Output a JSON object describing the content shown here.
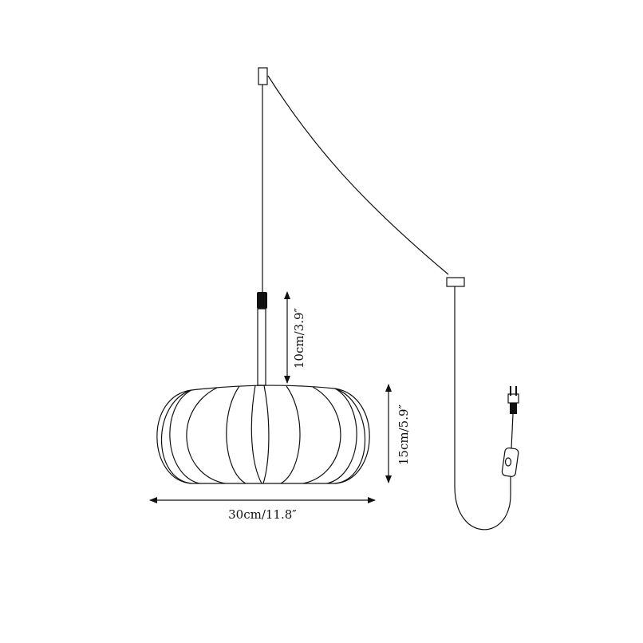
{
  "dimensions": {
    "drop_length": "10cm/3.9″",
    "shade_height": "15cm/5.9″",
    "shade_width": "30cm/11.8″"
  },
  "colors": {
    "line": "#111111",
    "background": "#ffffff"
  }
}
